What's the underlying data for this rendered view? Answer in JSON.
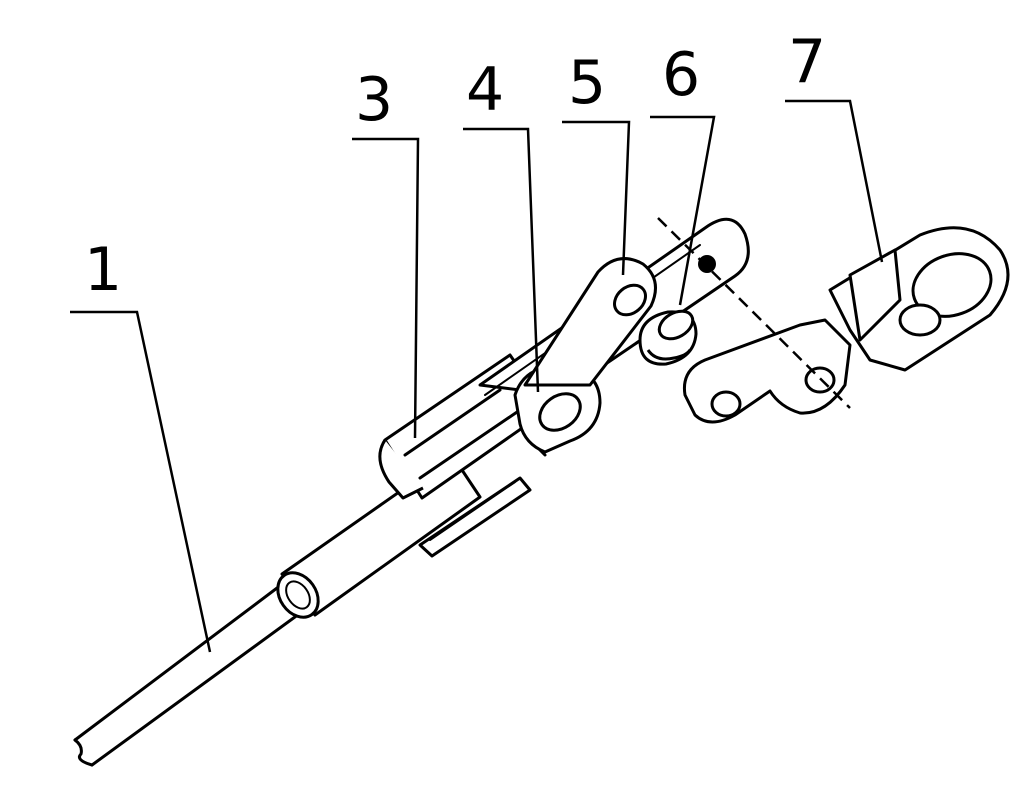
{
  "labels": {
    "l1": "1",
    "l3": "3",
    "l4": "4",
    "l5": "5",
    "l6": "6",
    "l7": "7"
  }
}
